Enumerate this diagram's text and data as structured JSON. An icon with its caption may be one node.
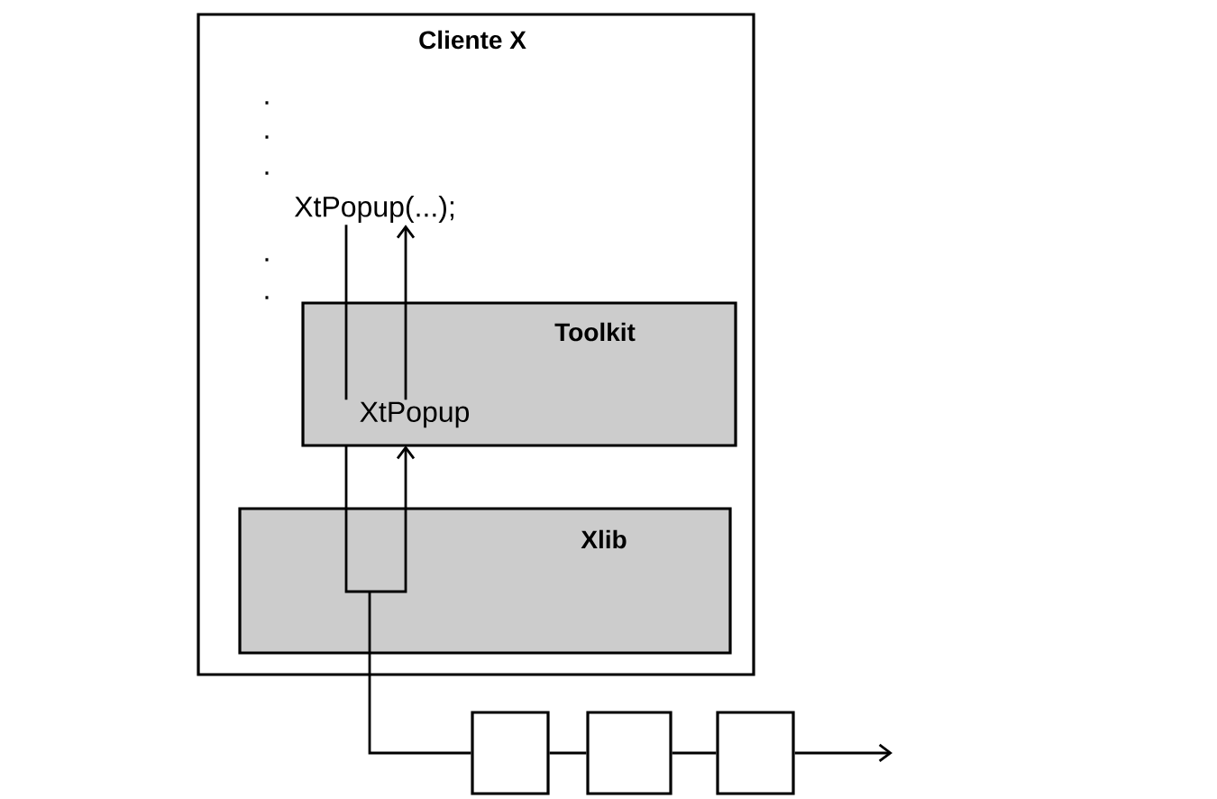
{
  "diagram": {
    "nodes": [
      {
        "text": [
          "Cliente X"
        ]
      },
      {
        "text": [
          "XtPopup(...);"
        ],
        "in": 0
      },
      {
        "text": [
          "Toolkit"
        ],
        "in": 0
      },
      {
        "text": [
          "XtPopup"
        ],
        "in": 2
      },
      {
        "text": [
          "Xlib"
        ],
        "in": 0
      },
      {
        "text": [],
        "shape": "box"
      },
      {
        "text": [],
        "shape": "box"
      },
      {
        "text": [],
        "shape": "box"
      }
    ],
    "edges": [
      {
        "from": 1,
        "to": 3,
        "arrow": "none"
      },
      {
        "from": 3,
        "to": 1,
        "arrow": "to"
      },
      {
        "from": 2,
        "to": 4,
        "arrow": "none"
      },
      {
        "from": 4,
        "to": 2,
        "arrow": "to"
      },
      {
        "from": 4,
        "to": 5,
        "arrow": "none"
      },
      {
        "from": 5,
        "to": 6,
        "arrow": "none"
      },
      {
        "from": 6,
        "to": 7,
        "arrow": "none"
      },
      {
        "from": 7,
        "to": null,
        "arrow": "to"
      }
    ],
    "labels": [
      ".",
      ".",
      ".",
      ".",
      "."
    ]
  }
}
